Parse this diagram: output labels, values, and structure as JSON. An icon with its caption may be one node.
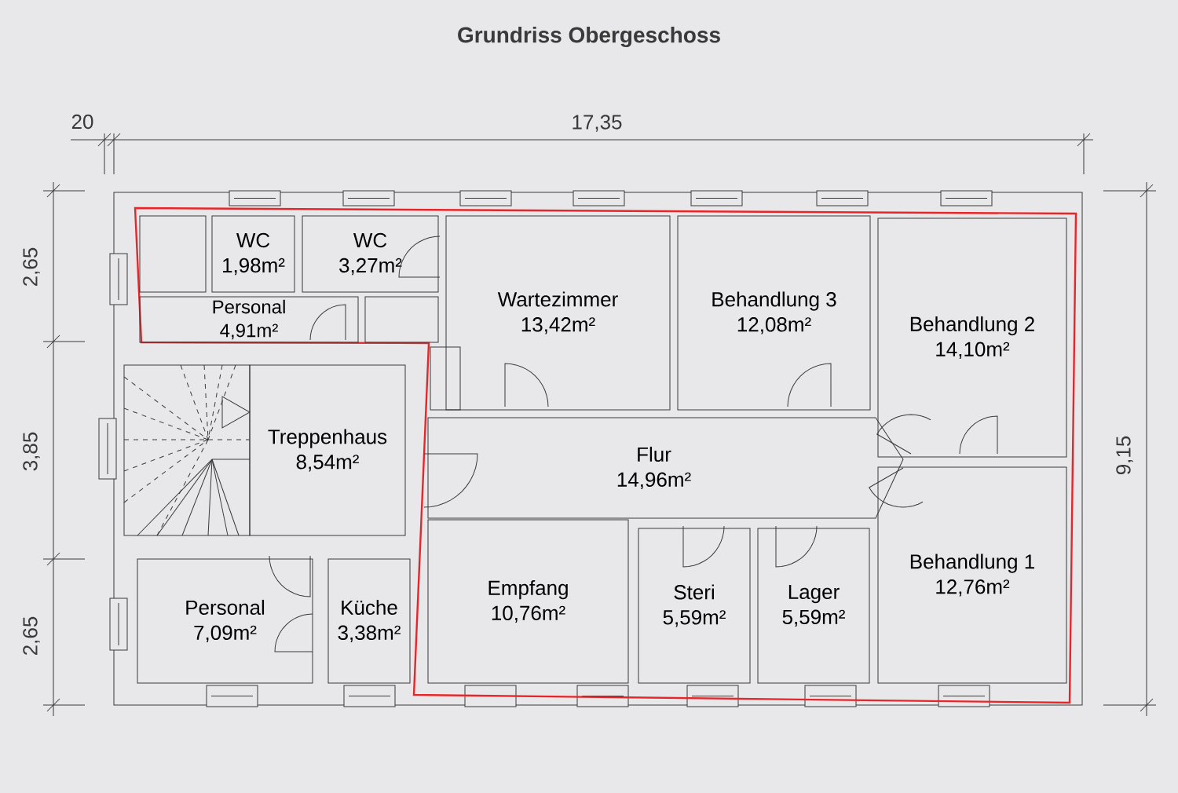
{
  "diagram": {
    "title": "Grundriss Obergeschoss",
    "nodes": [
      {
        "text": [],
        "shape": "box"
      },
      {
        "text": [
          "WC",
          "1,98m²"
        ]
      },
      {
        "text": [
          "WC",
          "3,27m²"
        ]
      },
      {
        "text": [
          "Wartezimmer",
          "13,42m²"
        ]
      },
      {
        "text": [
          "Behandlung 3",
          "12,08m²"
        ]
      },
      {
        "text": [
          "Behandlung 2",
          "14,10m²"
        ]
      },
      {
        "text": [
          "Personal",
          "4,91m²"
        ]
      },
      {
        "text": [],
        "shape": "box"
      },
      {
        "text": [],
        "shape": "box"
      },
      {
        "text": [
          "Treppenhaus",
          "8,54m²"
        ]
      },
      {
        "text": [
          "Flur",
          "14,96m²"
        ]
      },
      {
        "text": [
          "Behandlung 1",
          "12,76m²"
        ]
      },
      {
        "text": [
          "Personal",
          "7,09m²"
        ]
      },
      {
        "text": [
          "Küche",
          "3,38m²"
        ]
      },
      {
        "text": [
          "Empfang",
          "10,76m²"
        ]
      },
      {
        "text": [
          "Steri",
          "5,59m²"
        ]
      },
      {
        "text": [
          "Lager",
          "5,59m²"
        ]
      }
    ],
    "labels": [
      "20",
      "17,35",
      "2,65",
      "3,85",
      "2,65",
      "9,15"
    ]
  }
}
